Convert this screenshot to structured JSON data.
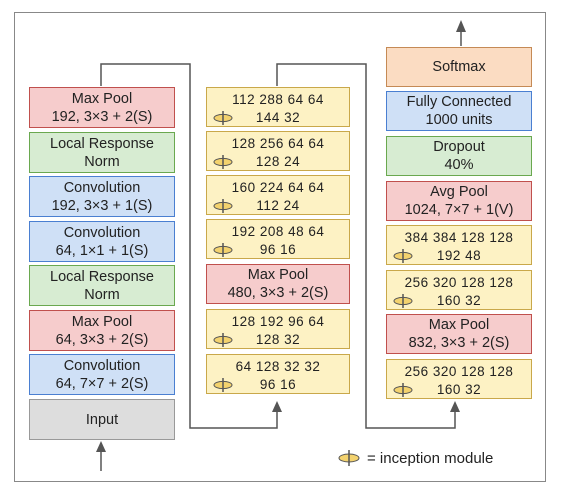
{
  "left_column": [
    {
      "line1": "Max Pool",
      "line2": "192, 3×3 + 2(S)",
      "color": "red"
    },
    {
      "line1": "Local Response",
      "line2": "Norm",
      "color": "green"
    },
    {
      "line1": "Convolution",
      "line2": "192, 3×3 + 1(S)",
      "color": "blue"
    },
    {
      "line1": "Convolution",
      "line2": "64, 1×1 + 1(S)",
      "color": "blue"
    },
    {
      "line1": "Local Response",
      "line2": "Norm",
      "color": "green"
    },
    {
      "line1": "Max Pool",
      "line2": "64, 3×3 + 2(S)",
      "color": "red"
    },
    {
      "line1": "Convolution",
      "line2": "64, 7×7 + 2(S)",
      "color": "blue"
    },
    {
      "line1": "Input",
      "line2": "",
      "color": "grey"
    }
  ],
  "middle_column": [
    {
      "kind": "inception",
      "r1": "112 288 64 64",
      "r2": "144 32"
    },
    {
      "kind": "inception",
      "r1": "128 256 64 64",
      "r2": "128 24"
    },
    {
      "kind": "inception",
      "r1": "160 224 64 64",
      "r2": "112 24"
    },
    {
      "kind": "inception",
      "r1": "192 208 48 64",
      "r2": "96 16"
    },
    {
      "kind": "layer",
      "line1": "Max Pool",
      "line2": "480, 3×3 + 2(S)",
      "color": "red"
    },
    {
      "kind": "inception",
      "r1": "128 192 96 64",
      "r2": "128 32"
    },
    {
      "kind": "inception",
      "r1": "64 128 32 32",
      "r2": "96 16"
    }
  ],
  "right_column": [
    {
      "kind": "layer",
      "line1": "Softmax",
      "line2": "",
      "color": "orange"
    },
    {
      "kind": "layer",
      "line1": "Fully Connected",
      "line2": "1000 units",
      "color": "blue"
    },
    {
      "kind": "layer",
      "line1": "Dropout",
      "line2": "40%",
      "color": "green"
    },
    {
      "kind": "layer",
      "line1": "Avg Pool",
      "line2": "1024, 7×7 + 1(V)",
      "color": "red"
    },
    {
      "kind": "inception",
      "r1": "384 384 128 128",
      "r2": "192 48"
    },
    {
      "kind": "inception",
      "r1": "256 320 128 128",
      "r2": "160 32"
    },
    {
      "kind": "layer",
      "line1": "Max Pool",
      "line2": "832, 3×3 + 2(S)",
      "color": "red"
    },
    {
      "kind": "inception",
      "r1": "256 320 128 128",
      "r2": "160 32"
    }
  ],
  "legend": {
    "icon": "inception-module-icon",
    "text": "= inception module"
  }
}
